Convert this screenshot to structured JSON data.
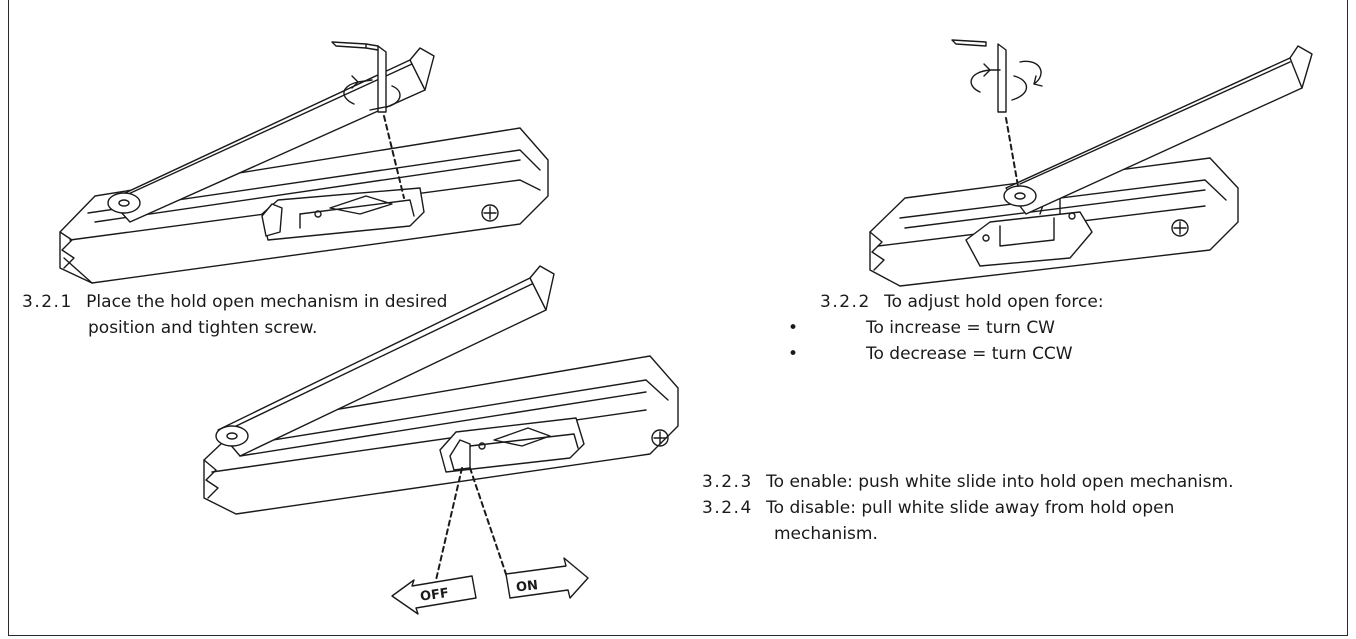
{
  "steps": [
    {
      "num": "3.2.1",
      "line1": "Place the hold open mechanism in desired",
      "line2": "position and tighten screw."
    },
    {
      "num": "3.2.2",
      "line1": "To adjust hold open force:",
      "bullets": [
        "To increase = turn CW",
        "To decrease = turn CCW"
      ]
    },
    {
      "num": "3.2.3",
      "line1": "To enable: push white slide into hold open mechanism."
    },
    {
      "num": "3.2.4",
      "line1": "To disable: pull white slide away from hold open",
      "line2": "mechanism."
    }
  ],
  "labels": {
    "off": "OFF",
    "on": "ON"
  },
  "bullet_char": "•",
  "colors": {
    "ink": "#1a1a1a",
    "background": "#ffffff"
  }
}
